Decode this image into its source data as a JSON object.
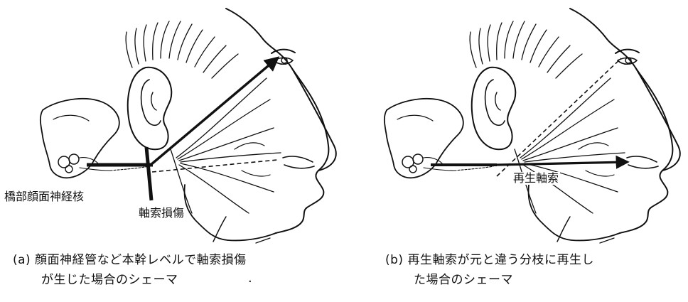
{
  "panel_a": {
    "labels": {
      "nucleus": "橋部顔面神経核",
      "injury": "軸索損傷"
    },
    "caption": {
      "line1": "(a) 顔面神経管など本幹レベルで軸索損傷",
      "line2": "が生じた場合のシェーマ",
      "stray_mark": "."
    }
  },
  "panel_b": {
    "labels": {
      "regenerating_axon": "再生軸索"
    },
    "caption": {
      "line1": "(b) 再生軸索が元と違う分枝に再生し",
      "line2": "た場合のシェーマ"
    }
  },
  "colors": {
    "ink": "#111111",
    "background": "#ffffff"
  }
}
